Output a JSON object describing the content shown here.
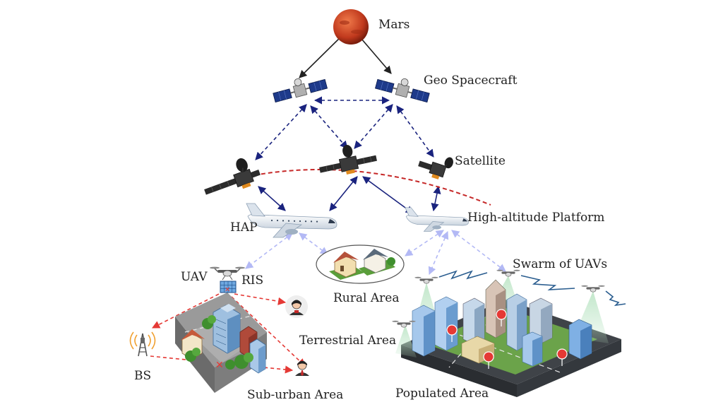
{
  "labels": {
    "mars": "Mars",
    "geo_spacecraft": "Geo Spacecraft",
    "satellite": "Satellite",
    "hap": "HAP",
    "high_altitude_platform": "High-altitude Platform",
    "uav": "UAV",
    "ris": "RIS",
    "rural_area": "Rural Area",
    "swarm_of_uavs": "Swarm of UAVs",
    "terrestrial_area": "Terrestrial Area",
    "bs": "BS",
    "sub_urban_area": "Sub-urban Area",
    "populated_area": "Populated Area"
  },
  "colors": {
    "mars": "#c0391d",
    "deep_space_link": "#222222",
    "space_link": "#1a237e",
    "orbit": "#c62828",
    "air_ground_link": "#b3b9f5",
    "terrestrial_link": "#e53935",
    "solar_panel": "#1e3a8a",
    "uav_beam": "#a8dcb8"
  },
  "icons": [
    "mars-planet-icon",
    "geo-spacecraft-icon",
    "satellite-icon",
    "airplane-icon",
    "drone-icon",
    "ris-panel-icon",
    "house-icon",
    "cell-tower-icon",
    "user-icon",
    "building-icon",
    "lightning-icon"
  ]
}
